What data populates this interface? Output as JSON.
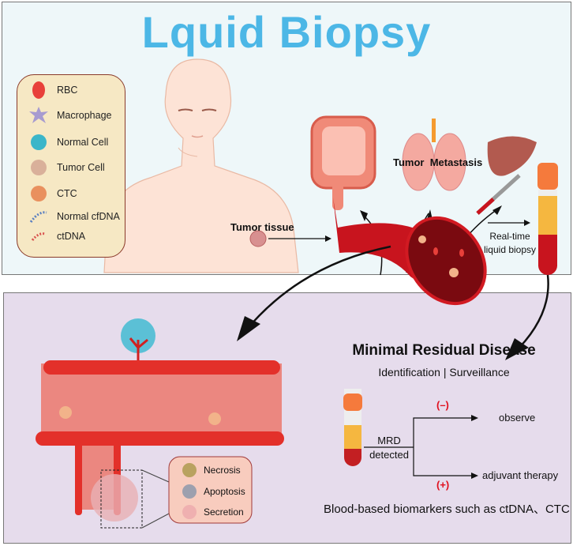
{
  "title": "Lquid Biopsy",
  "legend": {
    "items": [
      {
        "label": "RBC",
        "icon": "rbc-icon",
        "color": "#e8403a"
      },
      {
        "label": "Macrophage",
        "icon": "macrophage-icon",
        "color": "#a79bd0"
      },
      {
        "label": "Normal Cell",
        "icon": "normal-cell-icon",
        "color": "#3bb6c9"
      },
      {
        "label": "Tumor Cell",
        "icon": "tumor-cell-icon",
        "color": "#d9b09a"
      },
      {
        "label": "CTC",
        "icon": "ctc-icon",
        "color": "#e9905e"
      },
      {
        "label": "Normal cfDNA",
        "icon": "normal-cfdna-icon",
        "color": "#5a7fc0"
      },
      {
        "label": "ctDNA",
        "icon": "ctdna-icon",
        "color": "#d9534f"
      }
    ]
  },
  "top": {
    "tumor_tissue": "Tumor tissue",
    "metastasis_label": "Tumor  Metastasis",
    "realtime_line1": "Real-time",
    "realtime_line2": "liquid biopsy"
  },
  "bottom": {
    "mrd_title": "Minimal Residual Disease",
    "mrd_subtitle": "Identification |  Surveillance",
    "mrd_detected_line1": "MRD",
    "mrd_detected_line2": "detected",
    "negative_sign": "(–)",
    "positive_sign": "(+)",
    "observe": "observe",
    "adjuvant": "adjuvant therapy",
    "biomarkers": "Blood-based biomarkers such as ctDNA、CTC",
    "death_legend": [
      "Necrosis",
      "Apoptosis",
      "Secretion"
    ]
  },
  "colors": {
    "title": "#4cb7e6",
    "top_bg": "#eef7f9",
    "bottom_bg": "#e6dcec",
    "blood": "#c8141e",
    "sign_red": "#e0101e"
  }
}
